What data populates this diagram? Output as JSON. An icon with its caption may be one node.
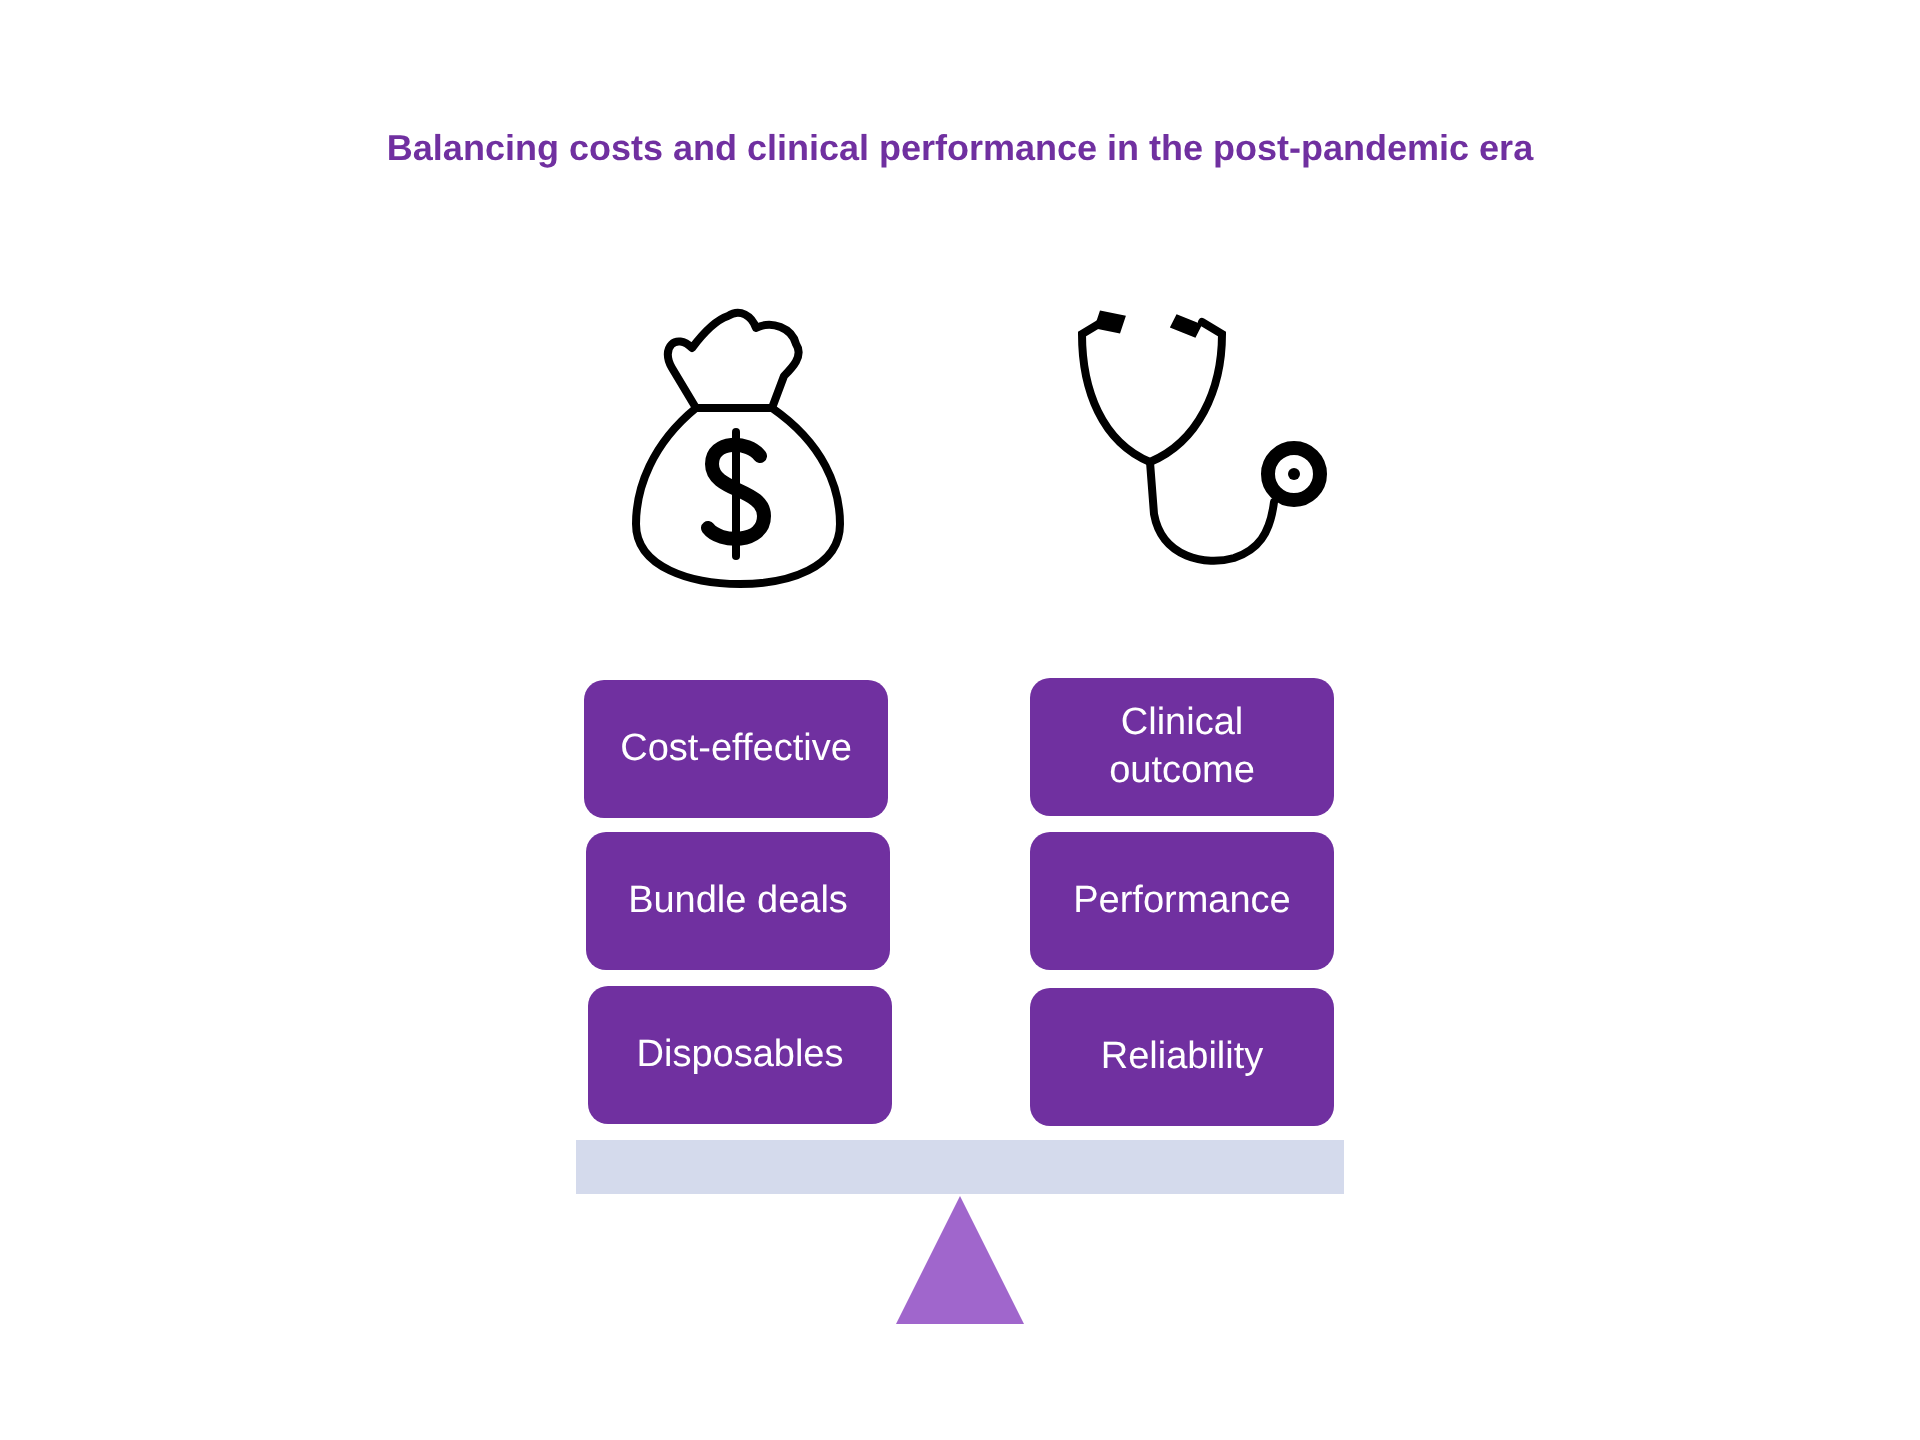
{
  "diagram": {
    "title": "Balancing costs and clinical performance in the post-pandemic era",
    "nodes": [
      {
        "text": [
          "Cost-effective"
        ]
      },
      {
        "text": [
          "Bundle deals"
        ]
      },
      {
        "text": [
          "Disposables"
        ]
      },
      {
        "text": [
          "Clinical outcome"
        ]
      },
      {
        "text": [
          "Performance"
        ]
      },
      {
        "text": [
          "Reliability"
        ]
      }
    ]
  }
}
